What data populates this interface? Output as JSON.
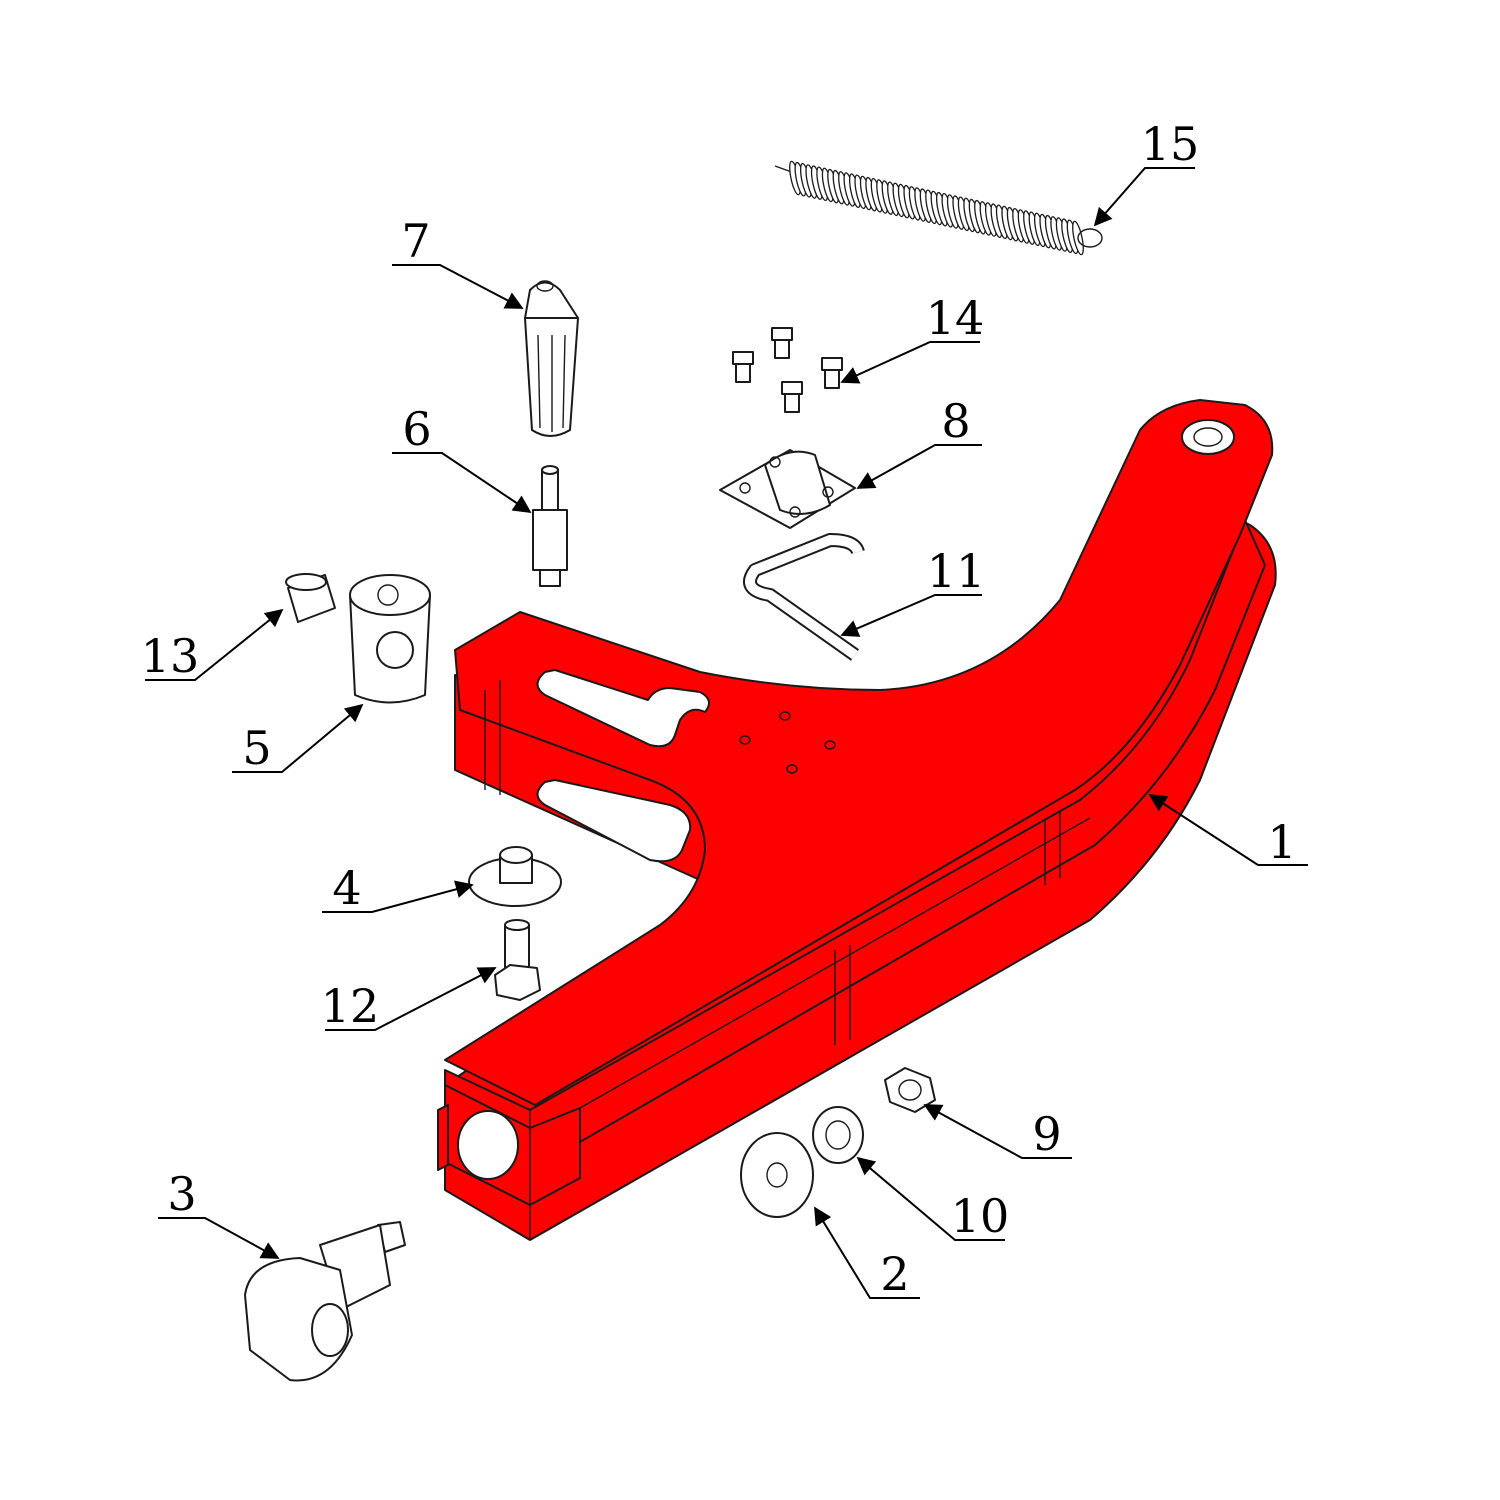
{
  "colors": {
    "frame_fill": "#ff0000",
    "outline": "#1a1a1a",
    "background": "#ffffff"
  },
  "callouts": {
    "part_1": "1",
    "part_2": "2",
    "part_3": "3",
    "part_4": "4",
    "part_5": "5",
    "part_6": "6",
    "part_7": "7",
    "part_8": "8",
    "part_9": "9",
    "part_10": "10",
    "part_11": "11",
    "part_12": "12",
    "part_13": "13",
    "part_14": "14",
    "part_15": "15"
  }
}
